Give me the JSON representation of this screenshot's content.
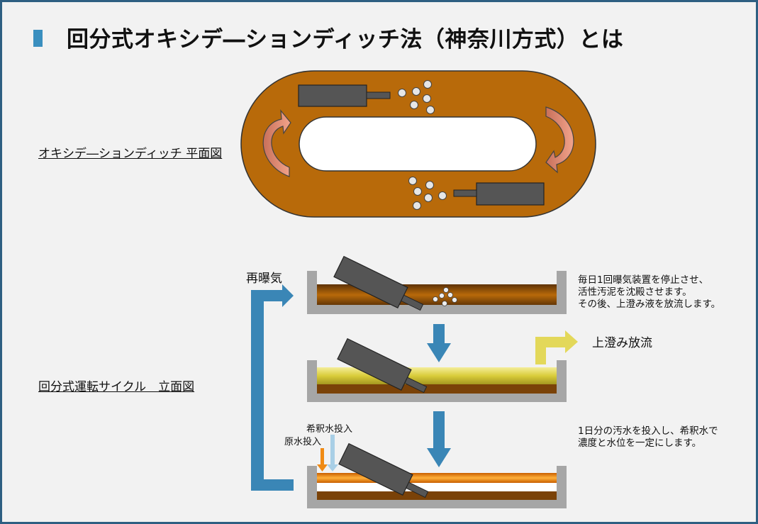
{
  "title": "回分式オキシデ―ションディッチ法（神奈川方式）とは",
  "plan_caption": "オキシデ―ションディッチ 平面図",
  "elevation_caption": "回分式運転サイクル　立面図",
  "reaeration_label": "再曝気",
  "discharge_label": "上澄み放流",
  "dilution_water_label": "希釈水投入",
  "raw_water_label": "原水投入",
  "note_settle": [
    "毎日1回曝気装置を停止させ、",
    "活性汚泥を沈殿させます。",
    "その後、上澄み液を放流します。"
  ],
  "note_fill": [
    "1日分の汚水を投入し、希釈水で",
    "濃度と水位を一定にします。"
  ],
  "colors": {
    "frame": "#2e5f82",
    "ditch_fill": "#b86a0a",
    "sludge_brown": "#7a4208",
    "supernatant_yellow": "#d9cc3a",
    "flow_arrow_blue": "#3a86b6",
    "discharge_arrow_yellow": "#e3d85a",
    "raw_water_orange": "#f08a14",
    "dilution_water_lightblue": "#a9cfe6",
    "circulation_arrow": "#e49278",
    "aerator_gray": "#555555",
    "tank_wall_gray": "#a6a6a6"
  }
}
